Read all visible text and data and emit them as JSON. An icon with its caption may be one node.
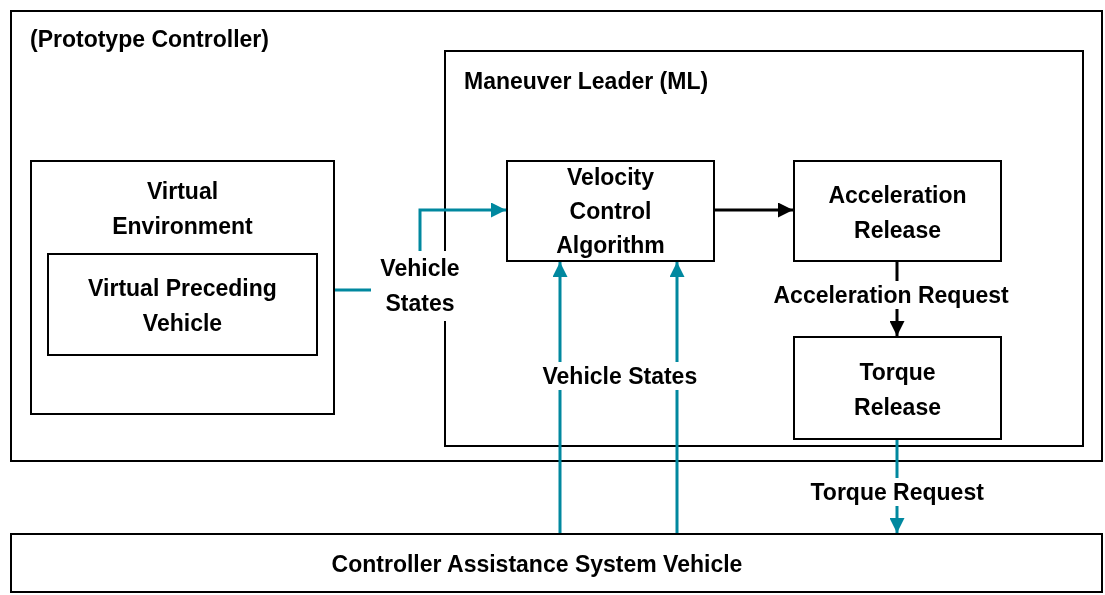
{
  "diagram": {
    "nodes": [
      {
        "text": [
          "(Prototype Controller)"
        ]
      },
      {
        "text": [
          "Virtual Environment"
        ],
        "in": 0
      },
      {
        "text": [
          "Virtual Preceding Vehicle"
        ],
        "in": 1
      },
      {
        "text": [
          "Maneuver Leader (ML)"
        ],
        "in": 0
      },
      {
        "text": [
          "Velocity Control Algorithm"
        ],
        "in": 3
      },
      {
        "text": [
          "Acceleration Release"
        ],
        "in": 3
      },
      {
        "text": [
          "Torque Release"
        ],
        "in": 3
      },
      {
        "text": [
          "Controller Assistance System Vehicle"
        ]
      }
    ],
    "edges": [
      {
        "from": 1,
        "to": 4,
        "arrow": "to",
        "label": "Vehicle States"
      },
      {
        "from": 4,
        "to": 5,
        "arrow": "to",
        "color": "#000000"
      },
      {
        "from": 5,
        "to": 6,
        "arrow": "to",
        "label": "Acceleration Request",
        "color": "#000000"
      },
      {
        "from": 7,
        "to": 4,
        "arrow": "to",
        "label": "Vehicle States"
      },
      {
        "from": 7,
        "to": 4,
        "arrow": "to"
      },
      {
        "from": 6,
        "to": 7,
        "arrow": "to",
        "label": "Torque Request"
      }
    ]
  }
}
